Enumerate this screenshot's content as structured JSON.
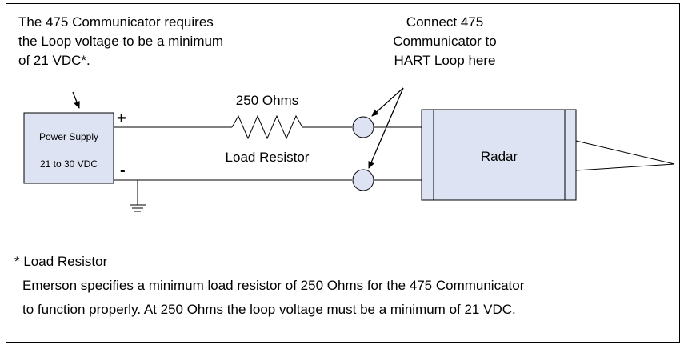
{
  "note_top_left": {
    "line1": "The 475 Communicator requires",
    "line2": "the Loop voltage to be a minimum",
    "line3": "of 21 VDC*."
  },
  "note_top_right": {
    "line1": "Connect 475",
    "line2": "Communicator to",
    "line3": "HART Loop here"
  },
  "power_supply": {
    "title": "Power Supply",
    "range": "21 to 30 VDC",
    "plus": "+",
    "minus": "-"
  },
  "resistor": {
    "value": "250 Ohms",
    "name": "Load Resistor"
  },
  "radar": {
    "label": "Radar"
  },
  "footnote": {
    "heading": "* Load Resistor",
    "line1": "Emerson specifies a minimum load resistor of 250 Ohms for the 475 Communicator",
    "line2": "to function properly. At 250 Ohms the loop voltage must be a minimum of 21 VDC."
  },
  "colors": {
    "box_fill": "#dde3f3",
    "line": "#000000"
  }
}
